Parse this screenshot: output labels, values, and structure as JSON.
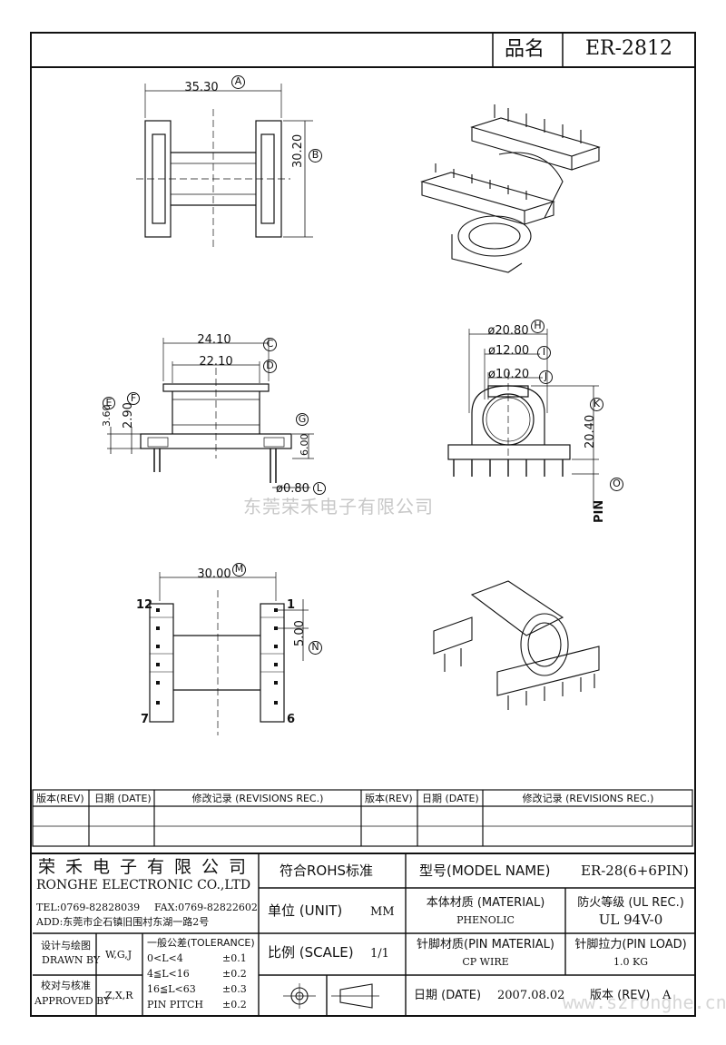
{
  "header": {
    "product_label": "品名",
    "product_value": "ER-2812"
  },
  "watermark": "东莞荣禾电子有限公司",
  "watermark_url": "www.szronghe.cn",
  "dimensions": {
    "A": {
      "value": "35.30",
      "letter": "A"
    },
    "B": {
      "value": "30.20",
      "letter": "B"
    },
    "C": {
      "value": "24.10",
      "letter": "C"
    },
    "D": {
      "value": "22.10",
      "letter": "D"
    },
    "E": {
      "value": "3.60",
      "letter": "E"
    },
    "F": {
      "value": "2.90",
      "letter": "F"
    },
    "G": {
      "value": "6.00",
      "letter": "G"
    },
    "L": {
      "value": "ø0.80",
      "letter": "L"
    },
    "H": {
      "value": "ø20.80",
      "letter": "H"
    },
    "I": {
      "value": "ø12.00",
      "letter": "I"
    },
    "J": {
      "value": "ø10.20",
      "letter": "J"
    },
    "K": {
      "value": "20.40",
      "letter": "K"
    },
    "O": {
      "value": "PIN",
      "letter": "O"
    },
    "M": {
      "value": "30.00",
      "letter": "M"
    },
    "N": {
      "value": "5.00",
      "letter": "N"
    }
  },
  "pins": {
    "p12": "12",
    "p1": "1",
    "p7": "7",
    "p6": "6"
  },
  "revisions": {
    "rev": "版本(REV)",
    "date": "日期 (DATE)",
    "rec": "修改记录 (REVISIONS REC.)"
  },
  "company": {
    "name_cn": "荣禾电子有限公司",
    "name_en": "RONGHE ELECTRONIC CO.,LTD",
    "tel": "TEL:0769-82828039",
    "fax": "FAX:0769-82822602",
    "add": "ADD:东莞市企石镇旧围村东湖一路2号"
  },
  "title_block": {
    "rohs": "符合ROHS标准",
    "model_label": "型号(MODEL NAME)",
    "model_value": "ER-28(6+6PIN)",
    "unit_label": "单位 (UNIT)",
    "unit_value": "MM",
    "material_label": "本体材质 (MATERIAL)",
    "material_value": "PHENOLIC",
    "fire_label": "防火等级 (UL REC.)",
    "fire_value": "UL 94V-0",
    "scale_label": "比例 (SCALE)",
    "scale_value": "1/1",
    "pin_mat_label": "针脚材质(PIN MATERIAL)",
    "pin_mat_value": "CP WIRE",
    "pin_load_label": "针脚拉力(PIN LOAD)",
    "pin_load_value": "1.0 KG",
    "date_label": "日期 (DATE)",
    "date_value": "2007.08.02",
    "rev_label": "版本 (REV)",
    "rev_value": "A",
    "design_label": "设计与绘图",
    "drawn_by": "DRAWN BY",
    "drawn_value": "W,G,J",
    "check_label": "校对与核准",
    "approved_by": "APPROVED BY",
    "approved_value": "Z,X,R",
    "tol_title": "一般公差(TOLERANCE)",
    "tol1": "0<L<4",
    "tol1v": "±0.1",
    "tol2": "4≦L<16",
    "tol2v": "±0.2",
    "tol3": "16≦L<63",
    "tol3v": "±0.3",
    "tol4": "PIN PITCH",
    "tol4v": "±0.2"
  }
}
